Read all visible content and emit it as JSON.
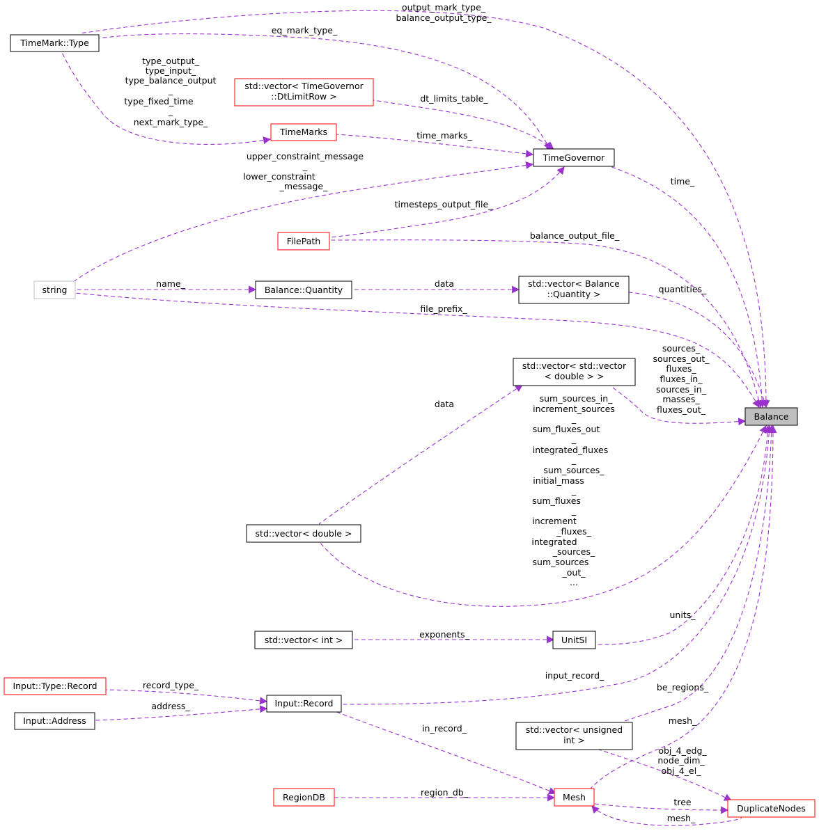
{
  "nodes": {
    "timemark_type": "TimeMark::Type",
    "dtlimit_vector_1": "std::vector< TimeGovernor",
    "dtlimit_vector_2": "::DtLimitRow >",
    "timemarks": "TimeMarks",
    "timegovernor": "TimeGovernor",
    "filepath": "FilePath",
    "string": "string",
    "balance_quantity": "Balance::Quantity",
    "vector_quantity_1": "std::vector< Balance",
    "vector_quantity_2": "::Quantity >",
    "vector_vector_double_1": "std::vector< std::vector",
    "vector_vector_double_2": "< double > >",
    "balance": "Balance",
    "vector_double": "std::vector< double >",
    "vector_int": "std::vector< int >",
    "unitsi": "UnitSI",
    "input_type_record": "Input::Type::Record",
    "input_record": "Input::Record",
    "input_address": "Input::Address",
    "vector_unsigned_1": "std::vector< unsigned",
    "vector_unsigned_2": "int >",
    "regiondb": "RegionDB",
    "mesh": "Mesh",
    "duplicatenodes": "DuplicateNodes"
  },
  "edge_labels": {
    "output_mark_type_1": "output_mark_type_",
    "output_mark_type_2": "balance_output_type_",
    "eq_mark_type": "eq_mark_type_",
    "tm_type_1": "type_output_",
    "tm_type_2": "type_input_",
    "tm_type_3": "type_balance_output",
    "tm_type_4": "_",
    "tm_type_5": "type_fixed_time",
    "tm_type_6": "_",
    "tm_type_7": "next_mark_type_",
    "dt_limits_table": "dt_limits_table_",
    "time_marks": "time_marks_",
    "constraint_1": "upper_constraint_message",
    "constraint_2": "_",
    "constraint_3": "lower_constraint",
    "constraint_4": "_message_",
    "time": "time_",
    "timesteps_output_file": "timesteps_output_file_",
    "balance_output_file": "balance_output_file_",
    "name": "name_",
    "data_quantity": "data",
    "quantities": "quantities_",
    "file_prefix": "file_prefix_",
    "vv_1": "sources_",
    "vv_2": "sources_out_",
    "vv_3": "fluxes_",
    "vv_4": "fluxes_in_",
    "vv_5": "sources_in_",
    "vv_6": "masses_",
    "vv_7": "fluxes_out_",
    "data_double": "data",
    "vd_1": "sum_sources_in_",
    "vd_2": "increment_sources",
    "vd_3": "_",
    "vd_4": "sum_fluxes_out",
    "vd_5": "_",
    "vd_6": "integrated_fluxes",
    "vd_7": "_",
    "vd_8": "sum_sources_",
    "vd_9": "initial_mass",
    "vd_10": "_",
    "vd_11": "sum_fluxes",
    "vd_12": "_",
    "vd_13": "increment",
    "vd_14": "_fluxes_",
    "vd_15": "integrated",
    "vd_16": "_sources_",
    "vd_17": "sum_sources",
    "vd_18": "_out_",
    "vd_19": "...",
    "exponents": "exponents_",
    "units": "units_",
    "input_record": "input_record_",
    "record_type": "record_type_",
    "address": "address_",
    "in_record": "in_record_",
    "be_regions": "be_regions_",
    "mesh_from_balance": "mesh_",
    "dn_1": "obj_4_edg_",
    "dn_2": "node_dim_",
    "dn_3": "obj_4_el_",
    "region_db": "region_db_",
    "tree": "tree",
    "mesh_from_dn": "mesh_"
  },
  "colors": {
    "edge": "#9a32cd",
    "border_default": "#000000",
    "border_incomplete": "#ff0000",
    "border_external": "#bfbfbf",
    "selected_fill": "#bfbfbf"
  }
}
